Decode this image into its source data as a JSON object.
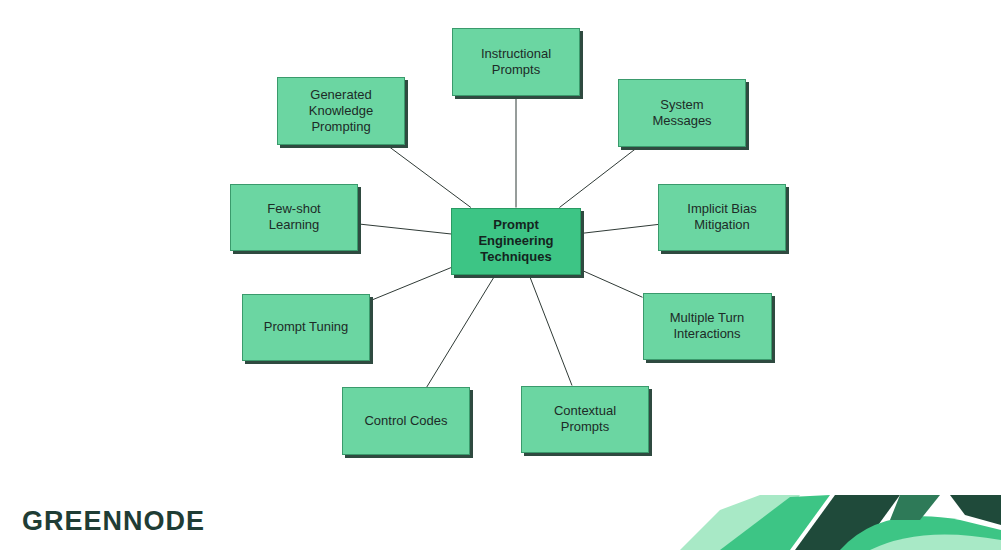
{
  "diagram": {
    "nodes": [
      {
        "text": [
          "Prompt Engineering Techniques"
        ]
      },
      {
        "text": [
          "Instructional Prompts"
        ]
      },
      {
        "text": [
          "System Messages"
        ]
      },
      {
        "text": [
          "Implicit Bias Mitigation"
        ]
      },
      {
        "text": [
          "Multiple Turn Interactions"
        ]
      },
      {
        "text": [
          "Contextual Prompts"
        ]
      },
      {
        "text": [
          "Control Codes"
        ]
      },
      {
        "text": [
          "Prompt Tuning"
        ]
      },
      {
        "text": [
          "Few-shot Learning"
        ]
      },
      {
        "text": [
          "Generated Knowledge Prompting"
        ]
      }
    ],
    "edges": [
      {
        "from": 0,
        "to": 1,
        "arrow": "none"
      },
      {
        "from": 0,
        "to": 2,
        "arrow": "none"
      },
      {
        "from": 0,
        "to": 3,
        "arrow": "none"
      },
      {
        "from": 0,
        "to": 4,
        "arrow": "none"
      },
      {
        "from": 0,
        "to": 5,
        "arrow": "none"
      },
      {
        "from": 0,
        "to": 6,
        "arrow": "none"
      },
      {
        "from": 0,
        "to": 7,
        "arrow": "none"
      },
      {
        "from": 0,
        "to": 8,
        "arrow": "none"
      },
      {
        "from": 0,
        "to": 9,
        "arrow": "none"
      }
    ],
    "labels": [
      "GREENNODE"
    ]
  }
}
